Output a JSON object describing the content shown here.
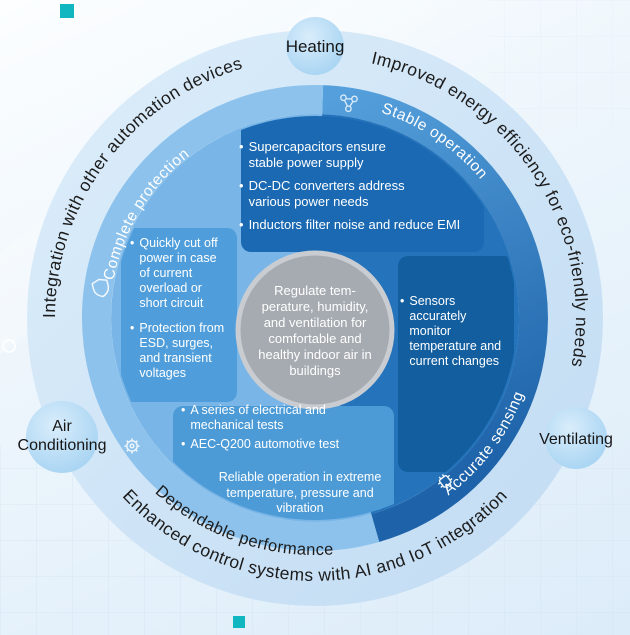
{
  "ui": {
    "bullet": "•"
  },
  "palette": {
    "outer_ring": "#cde4f6",
    "band_light": "#8cc2ec",
    "band_dark": "#2e7cc3",
    "panel_dark": "#1a69b2",
    "panel_medium": "#4f9edb",
    "center_gray": "#a6abb1",
    "accent_teal": "#10b7c0",
    "text_dark": "#1c1c1c",
    "text_light": "#ffffff"
  },
  "outer_labels": {
    "top_left": "Integration with other automation devices",
    "top_right": "Improved energy efficiency for eco-friendly needs",
    "bottom": "Enhanced control systems with AI and IoT integration"
  },
  "ring_labels": {
    "complete_protection": "Complete protection",
    "stable_operation": "Stable operation",
    "accurate_sensing": "Accurate sensing",
    "dependable_performance": "Dependable performance"
  },
  "nodes": {
    "heating": "Heating",
    "air_conditioning": [
      "Air",
      "Conditioning"
    ],
    "ventilating": "Ventilating"
  },
  "center": {
    "lines": [
      "Regulate tem-",
      "perature, humidity,",
      "and ventilation for",
      "comfortable and",
      "healthy indoor air in",
      "buildings"
    ]
  },
  "panels": {
    "stable_operation": {
      "items": [
        {
          "lines": [
            "Supercapacitors ensure",
            "stable power supply"
          ]
        },
        {
          "lines": [
            "DC-DC converters address",
            "various power needs"
          ]
        },
        {
          "lines": [
            "Inductors filter noise and reduce EMI"
          ]
        }
      ]
    },
    "complete_protection": {
      "items": [
        {
          "lines": [
            "Quickly cut off",
            "power in case",
            "of current",
            "overload or",
            "short circuit"
          ]
        },
        {
          "lines": [
            "Protection from",
            "ESD, surges,",
            "and transient",
            "voltages"
          ]
        }
      ]
    },
    "accurate_sensing": {
      "items": [
        {
          "lines": [
            "Sensors",
            "accurately",
            "monitor",
            "temperature and",
            "current changes"
          ]
        }
      ]
    },
    "dependable_performance": {
      "items": [
        {
          "lines": [
            "A series of electrical and",
            "mechanical tests"
          ]
        },
        {
          "lines": [
            "AEC-Q200 automotive test"
          ]
        }
      ],
      "note": {
        "lines": [
          "Reliable operation in extreme",
          "temperature, pressure and",
          "vibration"
        ]
      }
    }
  }
}
